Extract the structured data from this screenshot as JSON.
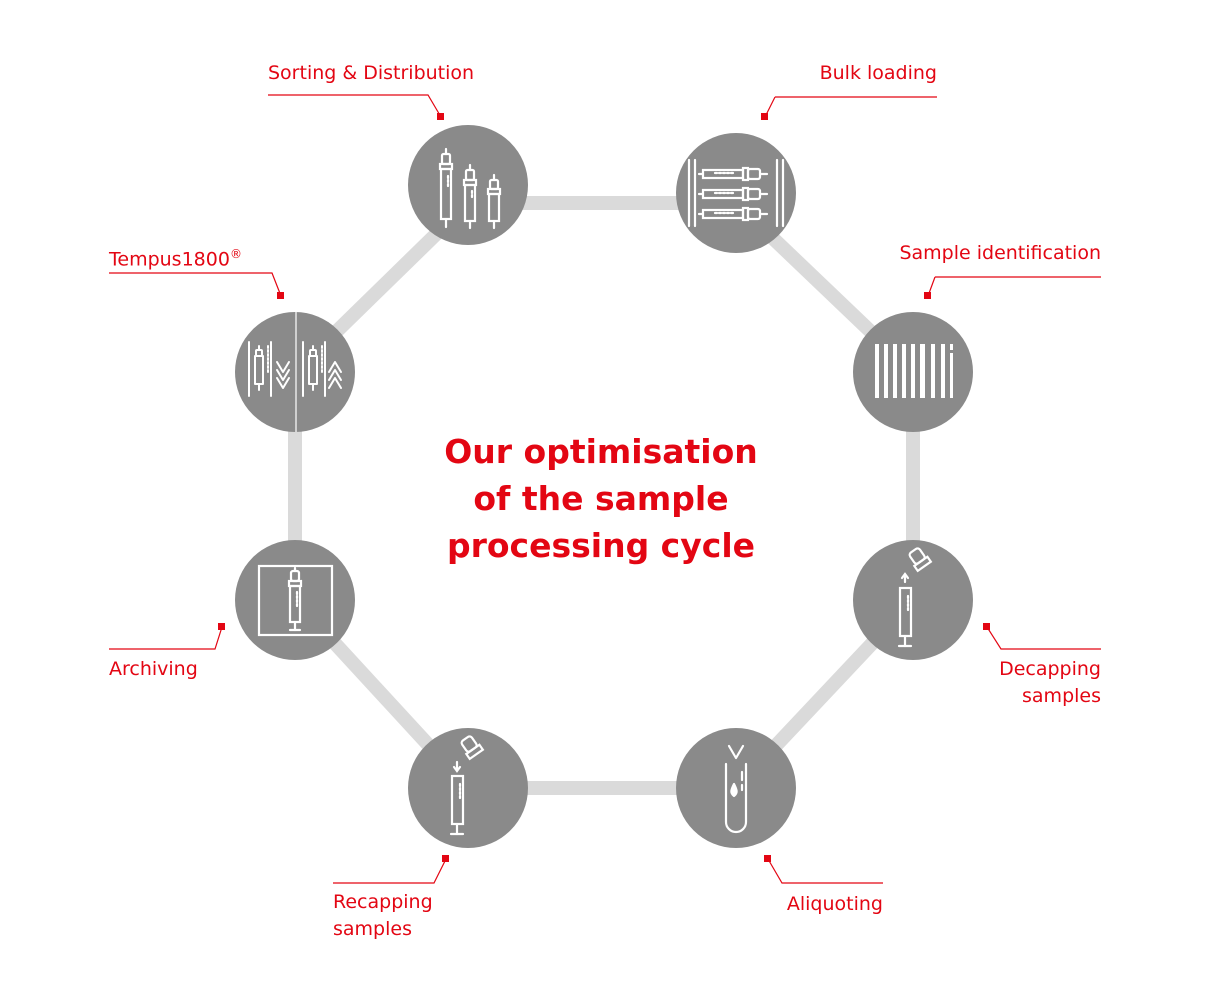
{
  "title": [
    "Our optimisation",
    "of the sample",
    "processing cycle"
  ],
  "colors": {
    "accent": "#e30613",
    "node": "#8a8a8a",
    "connector": "#dadada",
    "icon": "#ffffff"
  },
  "steps": [
    {
      "id": "sorting",
      "label": [
        "Sorting & Distribution"
      ],
      "icon": "three-tubes-icon"
    },
    {
      "id": "bulk",
      "label": [
        "Bulk loading"
      ],
      "icon": "tube-rack-icon"
    },
    {
      "id": "identification",
      "label": [
        "Sample identification"
      ],
      "icon": "barcode-icon"
    },
    {
      "id": "decapping",
      "label": [
        "Decapping",
        "samples"
      ],
      "icon": "decap-tube-icon"
    },
    {
      "id": "aliquoting",
      "label": [
        "Aliquoting"
      ],
      "icon": "aliquot-tube-icon"
    },
    {
      "id": "recapping",
      "label": [
        "Recapping",
        "samples"
      ],
      "icon": "recap-tube-icon"
    },
    {
      "id": "archiving",
      "label": [
        "Archiving"
      ],
      "icon": "archive-box-icon"
    },
    {
      "id": "tempus",
      "label": [
        "Tempus1800",
        "®"
      ],
      "icon": "tube-transfer-icon"
    }
  ]
}
